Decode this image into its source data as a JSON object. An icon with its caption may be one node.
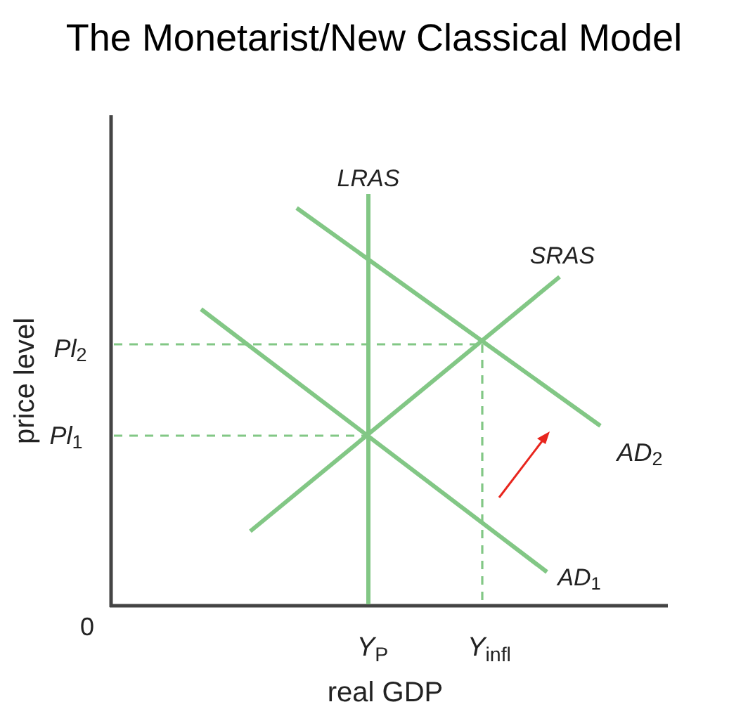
{
  "diagram": {
    "title": "The Monetarist/New Classical Model",
    "labels": [
      "LRAS",
      "SRAS",
      "price level",
      "Pl$_{2}$",
      "Pl$_{1}$",
      "AD$_{2}$",
      "AD$_{1}$",
      "0",
      "Y$_{P}$",
      "Y$_{infl}$",
      "real GDP"
    ]
  }
}
